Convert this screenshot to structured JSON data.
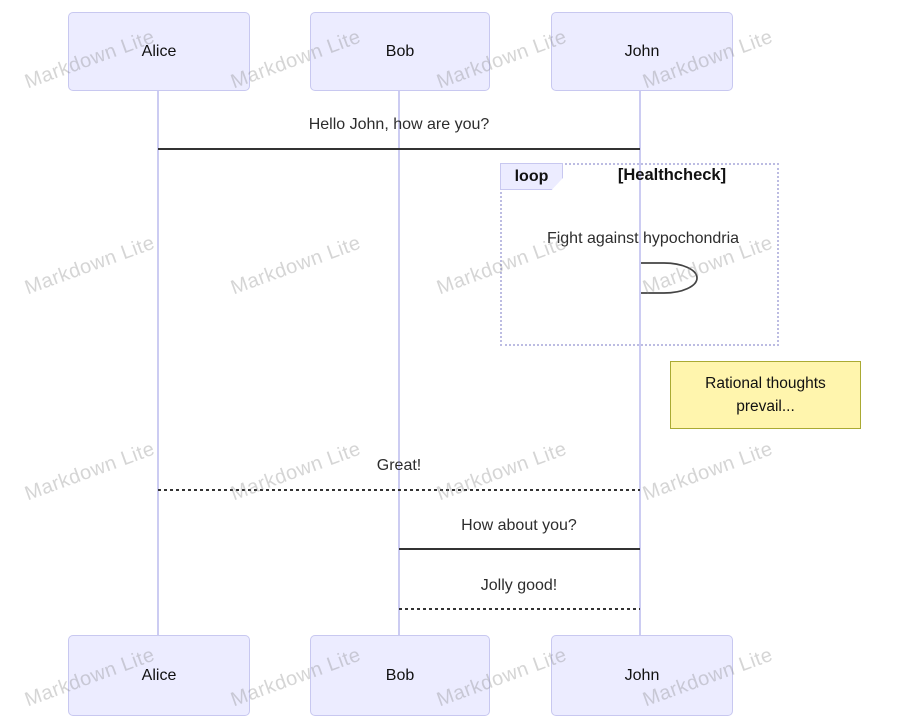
{
  "watermark": {
    "text": "Markdown Lite"
  },
  "colors": {
    "actor_fill": "#ECECFF",
    "actor_border": "#C8C8F0",
    "lifeline": "#CCCCF2",
    "message_line": "#333333",
    "loop_border": "#BCBCE2",
    "loop_tag_fill": "#ECECFF",
    "note_fill": "#FFF5AD",
    "note_border": "#AAAA33",
    "watermark_color": "rgba(128,128,128,0.33)"
  },
  "diagram": {
    "type": "sequence",
    "actors": [
      {
        "name": "Alice"
      },
      {
        "name": "Bob"
      },
      {
        "name": "John"
      }
    ],
    "messages": [
      {
        "from": "Alice",
        "to": "John",
        "text": "Hello John, how are you?",
        "line": "solid"
      },
      {
        "from": "John",
        "to": "John",
        "text": "Fight against hypochondria",
        "line": "self-loop"
      },
      {
        "from": "John",
        "to": "Alice",
        "text": "Great!",
        "line": "dashed"
      },
      {
        "from": "John",
        "to": "Bob",
        "text": "How about you?",
        "line": "solid"
      },
      {
        "from": "Bob",
        "to": "John",
        "text": "Jolly good!",
        "line": "dashed"
      }
    ],
    "loop": {
      "label": "loop",
      "condition": "[Healthcheck]"
    },
    "note": {
      "text": "Rational thoughts prevail..."
    }
  }
}
